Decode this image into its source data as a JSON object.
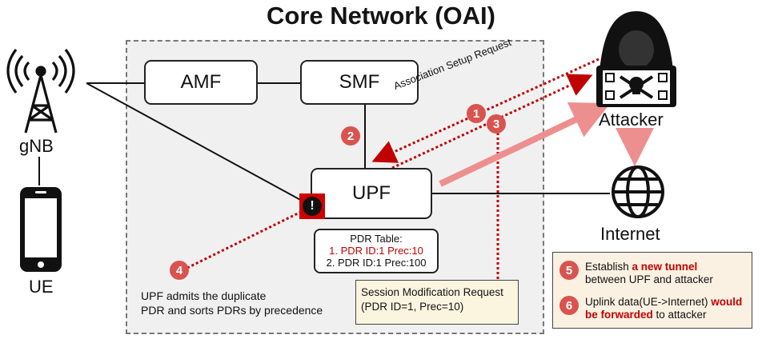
{
  "title": "Core Network (OAI)",
  "nodes": {
    "amf": "AMF",
    "smf": "SMF",
    "upf": "UPF",
    "gnb": "gNB",
    "ue": "UE",
    "attacker": "Attacker",
    "internet": "Internet"
  },
  "steps": [
    "1",
    "2",
    "3",
    "4",
    "5",
    "6"
  ],
  "labels": {
    "association": "Association Setup Request",
    "alert": "!",
    "upf_admits_line1": "UPF admits the duplicate",
    "upf_admits_line2": "PDR and sorts PDRs by precedence"
  },
  "pdr_table": {
    "title": "PDR Table:",
    "row1": "1. PDR ID:1 Prec:10",
    "row2": "2. PDR ID:1 Prec:100"
  },
  "session_mod": {
    "line1": "Session Modification Request",
    "line2": "(PDR ID=1, Prec=10)"
  },
  "info": {
    "step5_pre": "Establish ",
    "step5_hl": "a new tunnel",
    "step5_post": "between UPF and attacker",
    "step6_pre": "Uplink data(UE->Internet) ",
    "step6_hl1": "would",
    "step6_hl2": "be forwarded",
    "step6_post": " to attacker"
  },
  "colors": {
    "attack_red": "#c00000",
    "badge_red": "#d9534f",
    "tunnel_pink": "#ee8f8f"
  }
}
